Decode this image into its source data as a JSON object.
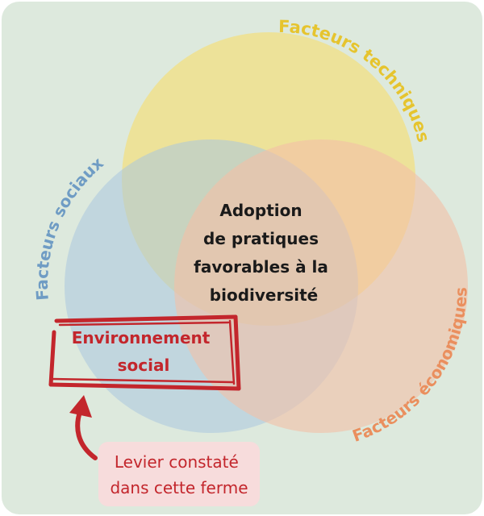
{
  "diagram": {
    "circles": [
      {
        "id": "technique",
        "label": "Facteurs techniques",
        "fill": "#f3df7e",
        "text_color": "#e6c42e"
      },
      {
        "id": "social",
        "label": "Facteurs sociaux",
        "fill": "#a9c7de",
        "text_color": "#6f9cc4"
      },
      {
        "id": "economique",
        "label": "Facteurs économiques",
        "fill": "#f3bfa6",
        "text_color": "#ea8f5e"
      }
    ],
    "center": {
      "lines": [
        "Adoption",
        "de pratiques",
        "favorables à la",
        "biodiversité"
      ]
    },
    "highlight": {
      "lines": [
        "Environnement",
        "social"
      ],
      "color": "#c3262c"
    },
    "note": {
      "lines": [
        "Levier constaté",
        "dans cette ferme"
      ],
      "background": "#f7dcdc",
      "text_color": "#c3262c"
    },
    "background": "#dde9dd",
    "arrow_color": "#c3262c"
  }
}
